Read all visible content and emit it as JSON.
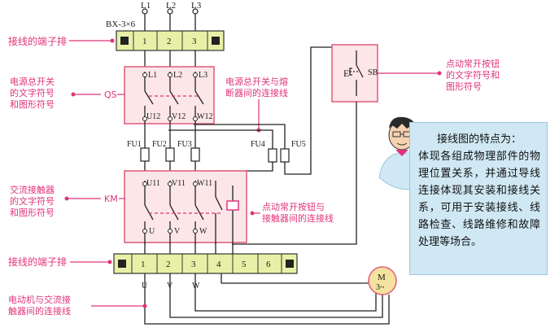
{
  "supply": {
    "l1": "L1",
    "l2": "L2",
    "l3": "L3",
    "fuse_spec": "BX-3×6"
  },
  "terminal_top": {
    "label": "接线的端子排",
    "cells": [
      "1",
      "2",
      "3"
    ]
  },
  "qs": {
    "label_lines": [
      "电源总开关",
      "的文字符号",
      "和图形符号"
    ],
    "code": "QS",
    "in": [
      "L1",
      "L2",
      "L3"
    ],
    "out": [
      "U12",
      "V12",
      "W12"
    ]
  },
  "qs_fuse_note": [
    "电源总开关与熔",
    "断器间的连接线"
  ],
  "fuses": [
    "FU1",
    "FU2",
    "FU3",
    "FU4",
    "FU5"
  ],
  "sb": {
    "label_lines": [
      "点动常开按钮",
      "的文字符号和",
      "图形符号"
    ],
    "code": "SB"
  },
  "km": {
    "label_lines": [
      "交流接触器",
      "的文字符号",
      "和图形符号"
    ],
    "code": "KM",
    "in": [
      "U11",
      "V11",
      "W11"
    ],
    "out": [
      "U",
      "V",
      "W"
    ]
  },
  "sb_km_note": [
    "点动常开按钮与",
    "接触器间的连接线"
  ],
  "terminal_bottom": {
    "label": "接线的端子排",
    "cells": [
      "1",
      "2",
      "3",
      "4",
      "5",
      "6"
    ],
    "out": [
      "U",
      "V",
      "W"
    ]
  },
  "motor": {
    "symbol": "M",
    "phase": "3~",
    "label_lines": [
      "电动机与交流接",
      "触器间的连接线"
    ]
  },
  "note": {
    "title": "接线图的特点为：",
    "body": "体现各组成物理部件的物理位置关系，并通过导线连接体现其安装和接线关系，可用于安装接线、线路检查、线路维修和故障处理等场合。"
  },
  "colors": {
    "pink": "#e0347a",
    "terminal": "#e8f0a8",
    "box": "#fde6e8",
    "note": "#cfe8f4"
  }
}
